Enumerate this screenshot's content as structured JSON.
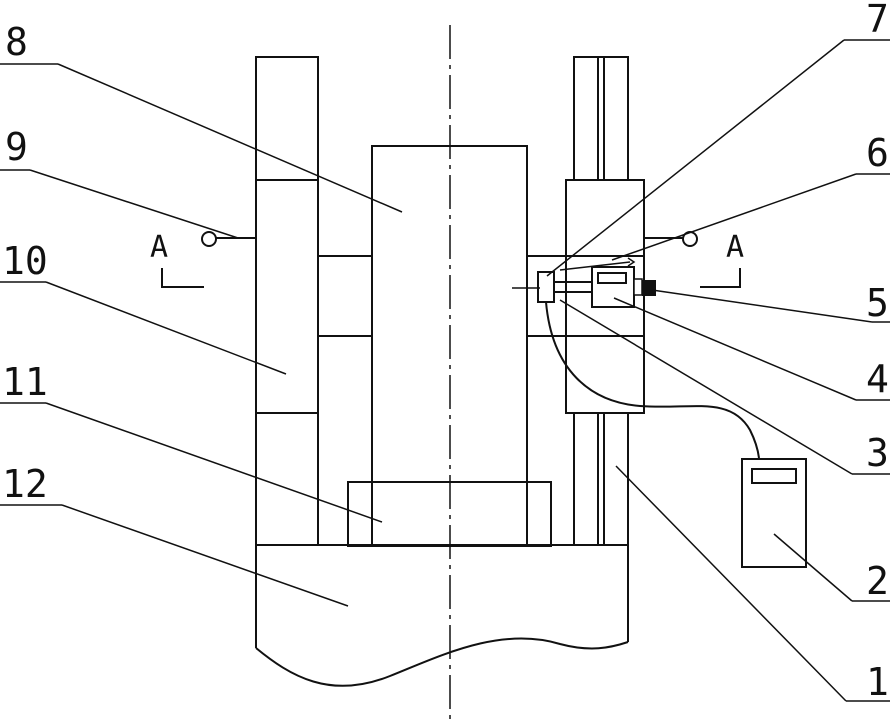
{
  "labels": {
    "l1": "1",
    "l2": "2",
    "l3": "3",
    "l4": "4",
    "l5": "5",
    "l6": "6",
    "l7": "7",
    "l8": "8",
    "l9": "9",
    "l10": "10",
    "l11": "11",
    "l12": "12"
  },
  "section_marks": {
    "left": "A",
    "right": "A"
  }
}
